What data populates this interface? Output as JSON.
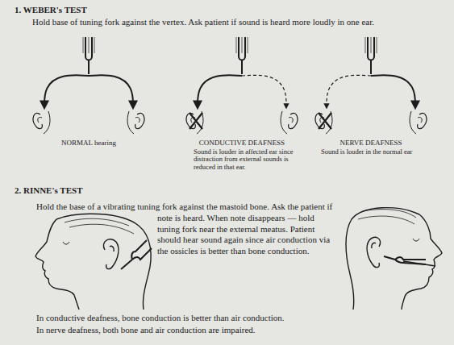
{
  "diagram": {
    "labels": [
      "1. WEBER's TEST",
      "Hold base of tuning fork against the vertex. Ask patient if sound is heard more loudly in one ear.",
      "NORMAL hearing",
      "CONDUCTIVE DEAFNESS",
      "Sound is louder in affected ear since distraction from external sounds is reduced in that ear.",
      "NERVE DEAFNESS",
      "Sound is louder in the normal ear",
      "2. RINNE's TEST",
      "Hold the base of a vibrating tuning fork against the mastoid bone. Ask the patient if note is heard. When note disappears — hold tuning fork near the external meatus. Patient should hear sound again since air conduction via the ossicles is better than bone conduction.",
      "In conductive deafness, bone conduction is better than air conduction.",
      "In nerve deafness, both bone and air conduction are impaired."
    ]
  }
}
